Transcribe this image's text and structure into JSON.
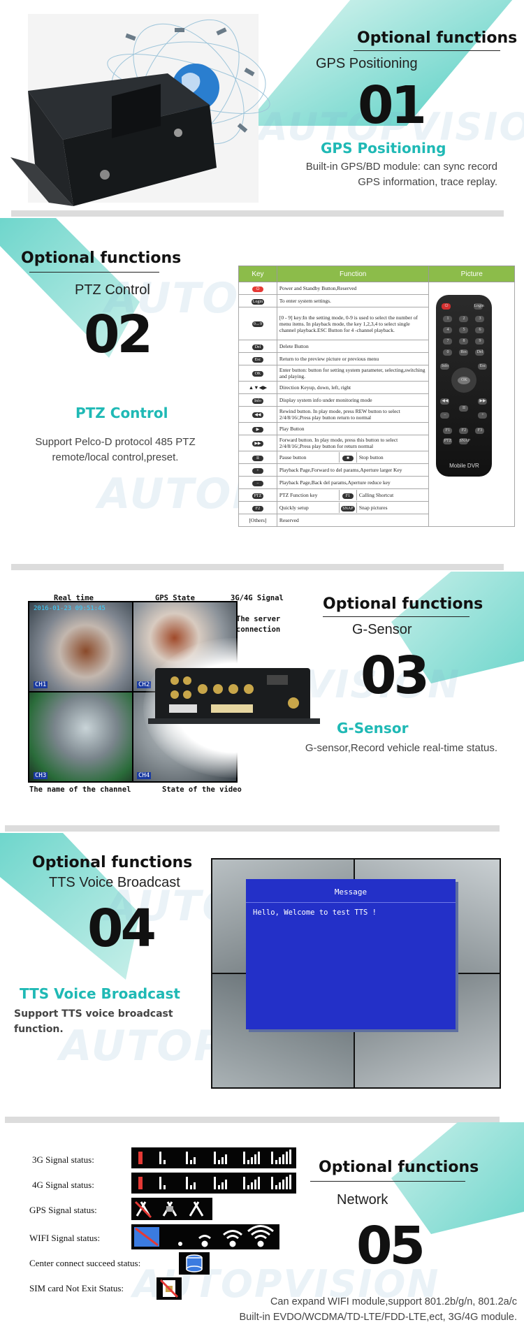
{
  "watermark": "AUTOPVISION",
  "sections": [
    {
      "optional": "Optional functions",
      "subtitle": "GPS Positioning",
      "number": "01",
      "feature_title": "GPS Positioning",
      "description_lines": [
        "Built-in GPS/BD module: can sync record",
        "GPS information, trace replay."
      ]
    },
    {
      "optional": "Optional functions",
      "subtitle": "PTZ Control",
      "number": "02",
      "feature_title": "PTZ Control",
      "description_lines": [
        "Support Pelco-D protocol 485 PTZ",
        "remote/local control,preset."
      ]
    },
    {
      "optional": "Optional functions",
      "subtitle": "G-Sensor",
      "number": "03",
      "feature_title": "G-Sensor",
      "description_lines": [
        "G-sensor,Record vehicle real-time status."
      ]
    },
    {
      "optional": "Optional functions",
      "subtitle": "TTS Voice Broadcast",
      "number": "04",
      "feature_title": "TTS Voice Broadcast",
      "description_lines": [
        "Support TTS voice broadcast function."
      ]
    },
    {
      "optional": "Optional functions",
      "subtitle": "Network",
      "number": "05",
      "description_lines": [
        "Can expand WIFI module,support 801.2b/g/n, 801.2a/c",
        "Built-in EVDO/WCDMA/TD-LTE/FDD-LTE,ect, 3G/4G module."
      ]
    }
  ],
  "key_table": {
    "headers": [
      "Key",
      "Function",
      "Picture"
    ],
    "rows": [
      {
        "key": "⏻",
        "function": "Power and Standby Button,Reserved"
      },
      {
        "key": "Login",
        "function": "To enter system settings."
      },
      {
        "key": "0↔9",
        "function": "[0 - 9] key:In the setting mode, 0-9 is used to select the number of menu items. In playback mode, the key 1,2,3,4 to select single channel playback.ESC Button for 4 -channel playback."
      },
      {
        "key": "Del",
        "function": "Delete Button"
      },
      {
        "key": "Esc",
        "function": "Return to the preview picture or previous menu"
      },
      {
        "key": "OK",
        "function": "Enter button: button for setting system parameter, selecting,switching and playing."
      },
      {
        "key": "▲▼◀▶",
        "function": "Direction Keyup, down, left, right"
      },
      {
        "key": "Info",
        "function": "Display system info under monitoring mode"
      },
      {
        "key": "◀◀",
        "function": "Rewind button. In play mode, press REW button to select 2/4/8/16/,Press play button return to normal"
      },
      {
        "key": "▶",
        "function": "Play Button"
      },
      {
        "key": "▶▶",
        "function": "Forward button. In play mode, press this button to select 2/4/8/16/,Press play button for return normal"
      }
    ],
    "pair_rows": [
      {
        "key1": "II",
        "func1": "Pause button",
        "key2": "■",
        "func2": "Stop button"
      }
    ],
    "rows2": [
      {
        "key": "+",
        "function": "Playback Page,Forward to del params,Aperture larger Key"
      },
      {
        "key": "−",
        "function": "Playback Page,Back del params,Aperture reduce key"
      }
    ],
    "pair_rows2": [
      {
        "key1": "PTZ",
        "func1": "PTZ Function key",
        "key2": "F1",
        "func2": "Calling Shortcut"
      },
      {
        "key1": "F2",
        "func1": "Quickly setup",
        "key2": "SNAP",
        "func2": "Snap pictures"
      }
    ],
    "last_row": {
      "key": "[Others]",
      "function": "Reserved"
    }
  },
  "remote": {
    "label": "Mobile DVR",
    "keys": [
      "⏻",
      "Login",
      "1",
      "2",
      "3",
      "4",
      "5",
      "6",
      "7",
      "8",
      "9",
      "0",
      "Rec",
      "Del",
      "Info",
      "Esc",
      "OK",
      "◀◀",
      "▶▶",
      "II",
      "−",
      "+",
      "F1",
      "F2",
      "F3",
      "PTZ",
      "SNAP"
    ]
  },
  "gsensor_labels": {
    "real_time": "Real time",
    "gps_state": "GPS State",
    "signal": "3G/4G Signal",
    "server": "The server",
    "connection": "connection",
    "channel_name": "The name of the channel",
    "video_state": "State of the video",
    "timestamp": "2016-01-23 09:51:45",
    "channels": [
      "CH1",
      "CH2",
      "CH3",
      "CH4"
    ]
  },
  "tts_popup": {
    "title": "Message",
    "text": "Hello, Welcome to test TTS !"
  },
  "signal_rows": [
    {
      "label": "3G Signal status:"
    },
    {
      "label": "4G Signal status:"
    },
    {
      "label": "GPS Signal status:"
    },
    {
      "label": "WIFI Signal status:"
    },
    {
      "label": "Center connect succeed status:"
    },
    {
      "label": "SIM card Not Exit Status:"
    }
  ],
  "colors": {
    "teal": "#1fb9b5",
    "table_header": "#8cbc4a",
    "tts_blue": "#2330c8"
  }
}
